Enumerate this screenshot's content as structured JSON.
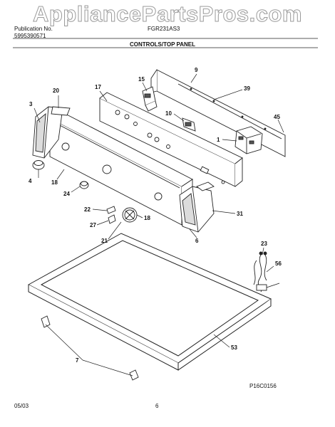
{
  "watermark": "AppliancePartsPros.com",
  "header": {
    "publication_label": "Publication No.",
    "publication_number": "5995390571",
    "model": "FGR231AS3",
    "section_title": "CONTROLS/TOP PANEL"
  },
  "callouts": {
    "c9": "9",
    "c15": "15",
    "c17": "17",
    "c20": "20",
    "c39": "39",
    "c3": "3",
    "c10": "10",
    "c45": "45",
    "c1": "1",
    "c4": "4",
    "c18a": "18",
    "c24": "24",
    "c22": "22",
    "c27": "27",
    "c18b": "18",
    "c21": "21",
    "c31": "31",
    "c6": "6",
    "c23": "23",
    "c56": "56",
    "c53": "53",
    "c7": "7"
  },
  "footer": {
    "diagram_code": "P16C0156",
    "date": "05/03",
    "page": "6"
  }
}
